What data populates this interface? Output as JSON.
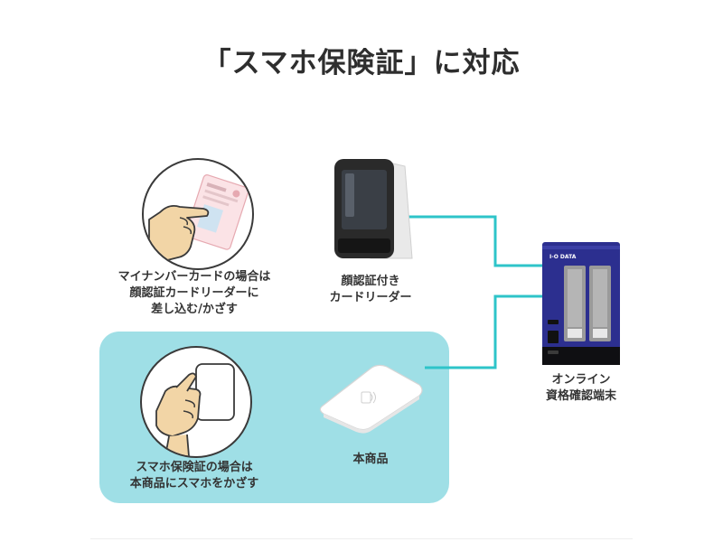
{
  "title": "「スマホ保険証」に対応",
  "captions": {
    "mynumber_line1": "マイナンバーカードの場合は",
    "mynumber_line2": "顔認証カードリーダーに",
    "mynumber_line3": "差し込む/かざす",
    "face_reader_line1": "顔認証付き",
    "face_reader_line2": "カードリーダー",
    "smartphone_line1": "スマホ保険証の場合は",
    "smartphone_line2": "本商品にスマホをかざす",
    "product": "本商品",
    "terminal_line1": "オンライン",
    "terminal_line2": "資格確認端末"
  },
  "terminal_logo": "I-O DATA",
  "colors": {
    "connector": "#2ec4c9",
    "panel": "#9fdfe6",
    "terminal_body": "#2c2f8f",
    "hand_fill": "#f2d5a6",
    "outline": "#3a3a3a"
  }
}
